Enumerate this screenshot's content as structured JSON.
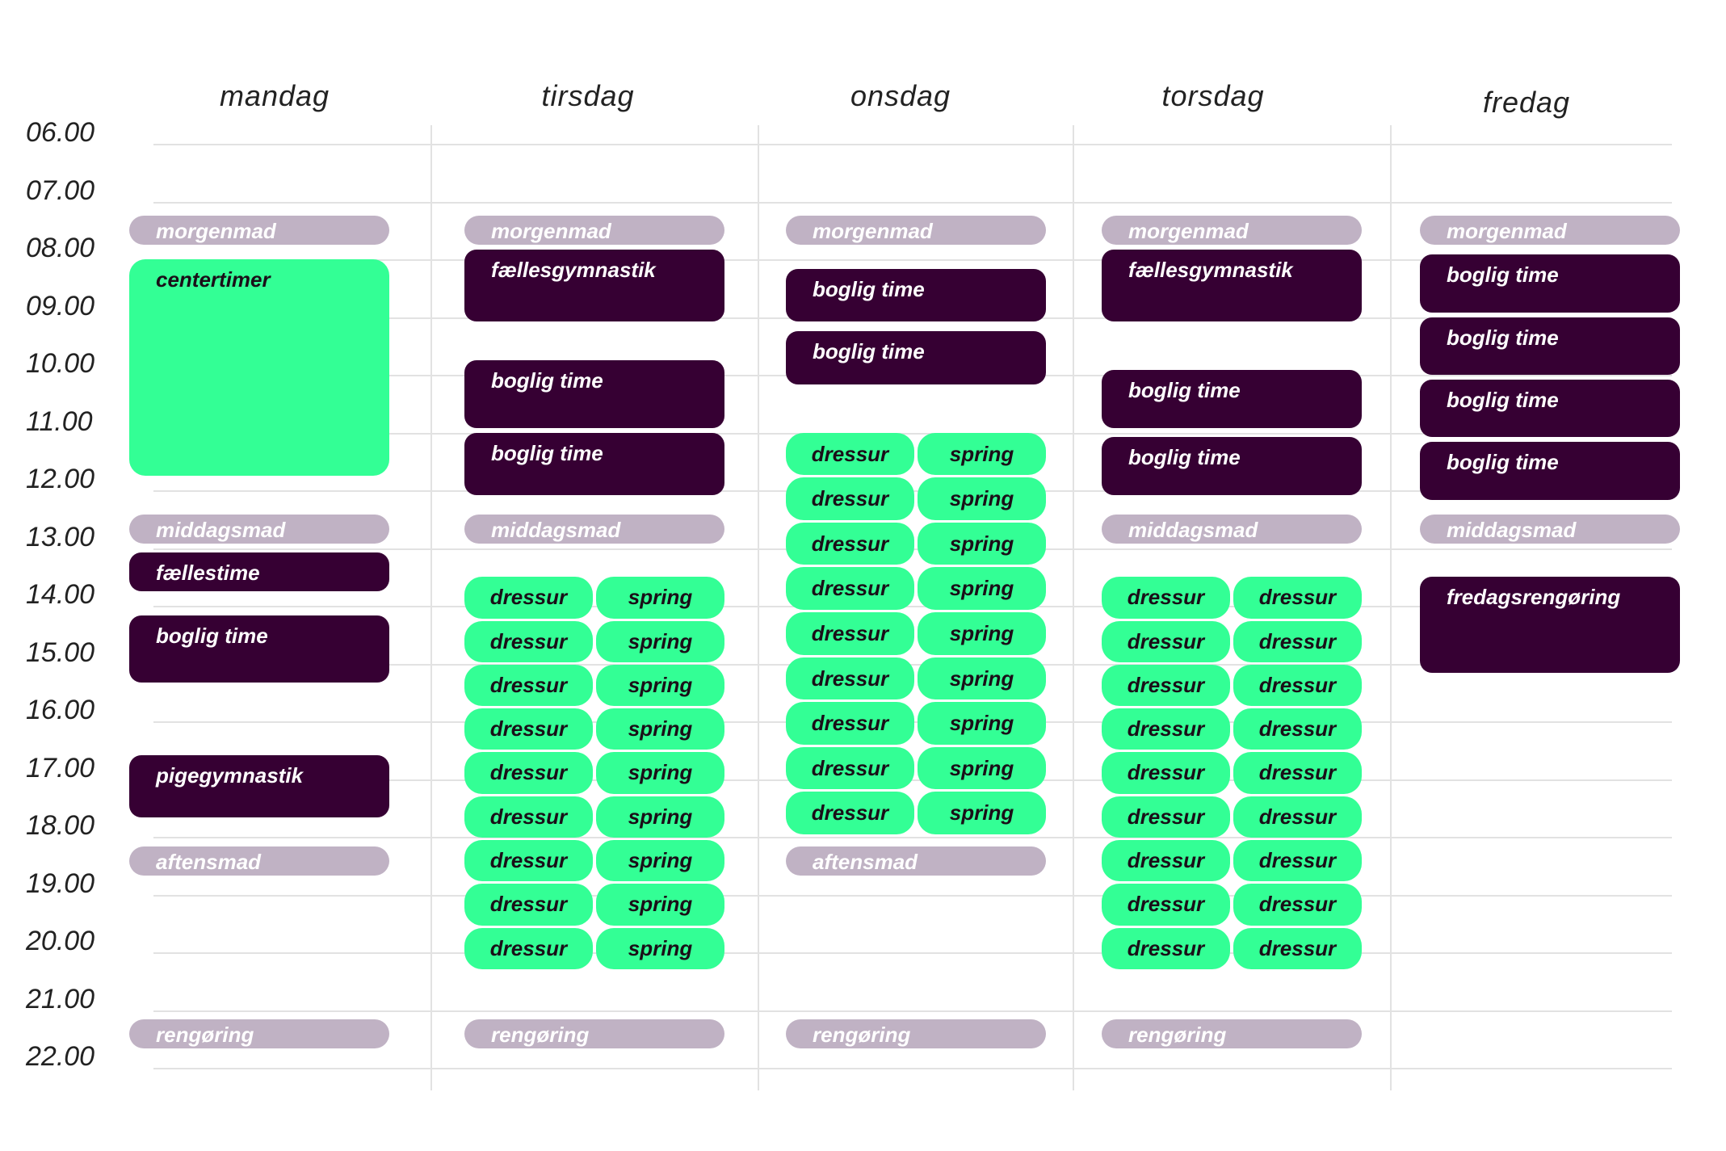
{
  "days": [
    "mandag",
    "tirsdag",
    "onsdag",
    "torsdag",
    "fredag"
  ],
  "hours": [
    "06.00",
    "07.00",
    "08.00",
    "09.00",
    "10.00",
    "11.00",
    "12.00",
    "13.00",
    "14.00",
    "15.00",
    "16.00",
    "17.00",
    "18.00",
    "19.00",
    "20.00",
    "21.00",
    "22.00"
  ],
  "colors": {
    "meal": "#c0b2c4",
    "study": "#360033",
    "activity": "#33ff95",
    "grid": "#e2e2e2"
  },
  "events": [
    {
      "day": 0,
      "label": "morgenmad",
      "start": "07.15",
      "end": "07.45",
      "kind": "meal"
    },
    {
      "day": 0,
      "label": "centertimer",
      "start": "08.00",
      "end": "11.45",
      "kind": "activity"
    },
    {
      "day": 0,
      "label": "middagsmad",
      "start": "12.25",
      "end": "12.55",
      "kind": "meal"
    },
    {
      "day": 0,
      "label": "fællestime",
      "start": "13.05",
      "end": "13.45",
      "kind": "study"
    },
    {
      "day": 0,
      "label": "boglig time",
      "start": "14.10",
      "end": "15.20",
      "kind": "study"
    },
    {
      "day": 0,
      "label": "pigegymnastik",
      "start": "16.35",
      "end": "17.40",
      "kind": "study"
    },
    {
      "day": 0,
      "label": "aftensmad",
      "start": "18.10",
      "end": "18.40",
      "kind": "meal"
    },
    {
      "day": 0,
      "label": "rengøring",
      "start": "21.10",
      "end": "21.40",
      "kind": "meal"
    },
    {
      "day": 1,
      "label": "morgenmad",
      "start": "07.15",
      "end": "07.45",
      "kind": "meal"
    },
    {
      "day": 1,
      "label": "fællesgymnastik",
      "start": "07.50",
      "end": "09.05",
      "kind": "study"
    },
    {
      "day": 1,
      "label": "boglig time",
      "start": "09.45",
      "end": "10.55",
      "kind": "study"
    },
    {
      "day": 1,
      "label": "boglig time",
      "start": "11.00",
      "end": "12.05",
      "kind": "study"
    },
    {
      "day": 1,
      "label": "middagsmad",
      "start": "12.25",
      "end": "12.55",
      "kind": "meal"
    },
    {
      "day": 1,
      "label": "rengøring",
      "start": "21.10",
      "end": "21.40",
      "kind": "meal"
    },
    {
      "day": 2,
      "label": "morgenmad",
      "start": "07.15",
      "end": "07.45",
      "kind": "meal"
    },
    {
      "day": 2,
      "label": "boglig time",
      "start": "08.10",
      "end": "09.05",
      "kind": "study"
    },
    {
      "day": 2,
      "label": "boglig time",
      "start": "09.15",
      "end": "10.10",
      "kind": "study"
    },
    {
      "day": 2,
      "label": "aftensmad",
      "start": "18.10",
      "end": "18.40",
      "kind": "meal"
    },
    {
      "day": 2,
      "label": "rengøring",
      "start": "21.10",
      "end": "21.40",
      "kind": "meal"
    },
    {
      "day": 3,
      "label": "morgenmad",
      "start": "07.15",
      "end": "07.45",
      "kind": "meal"
    },
    {
      "day": 3,
      "label": "fællesgymnastik",
      "start": "07.50",
      "end": "09.05",
      "kind": "study"
    },
    {
      "day": 3,
      "label": "boglig time",
      "start": "09.55",
      "end": "10.55",
      "kind": "study"
    },
    {
      "day": 3,
      "label": "boglig time",
      "start": "11.05",
      "end": "12.05",
      "kind": "study"
    },
    {
      "day": 3,
      "label": "middagsmad",
      "start": "12.25",
      "end": "12.55",
      "kind": "meal"
    },
    {
      "day": 3,
      "label": "rengøring",
      "start": "21.10",
      "end": "21.40",
      "kind": "meal"
    },
    {
      "day": 4,
      "label": "morgenmad",
      "start": "07.15",
      "end": "07.45",
      "kind": "meal"
    },
    {
      "day": 4,
      "label": "boglig time",
      "start": "07.55",
      "end": "08.55",
      "kind": "study"
    },
    {
      "day": 4,
      "label": "boglig time",
      "start": "09.00",
      "end": "10.00",
      "kind": "study"
    },
    {
      "day": 4,
      "label": "boglig time",
      "start": "10.05",
      "end": "11.05",
      "kind": "study"
    },
    {
      "day": 4,
      "label": "boglig time",
      "start": "11.10",
      "end": "12.10",
      "kind": "study"
    },
    {
      "day": 4,
      "label": "middagsmad",
      "start": "12.25",
      "end": "12.55",
      "kind": "meal"
    },
    {
      "day": 4,
      "label": "fredagsrengøring",
      "start": "13.30",
      "end": "15.10",
      "kind": "study"
    }
  ],
  "activity_grids": [
    {
      "day": 1,
      "start": "13.30",
      "end": "20.20",
      "rows": 9,
      "left": "dressur",
      "right": "spring"
    },
    {
      "day": 2,
      "start": "11.00",
      "end": "18.00",
      "rows": 9,
      "left": "dressur",
      "right": "spring"
    },
    {
      "day": 3,
      "start": "13.30",
      "end": "20.20",
      "rows": 9,
      "left": "dressur",
      "right": "dressur"
    }
  ]
}
